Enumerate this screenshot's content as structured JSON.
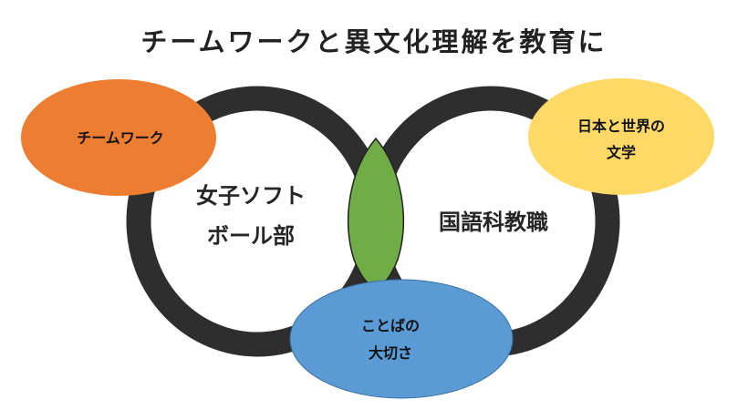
{
  "title": "チームワークと異文化理解を教育に",
  "left_ring": {
    "lines": [
      "女子ソフト",
      "ボール部"
    ]
  },
  "right_ring": {
    "lines": [
      "国語科教職"
    ]
  },
  "bubbles": {
    "teamwork": {
      "label": "チームワーク",
      "color": "#ed7d31"
    },
    "literature": {
      "lines": [
        "日本と世界の",
        "文学"
      ],
      "color": "#ffd966"
    },
    "words": {
      "lines": [
        "ことばの",
        "大切さ"
      ],
      "color": "#5b9bd5"
    },
    "overlap": {
      "color": "#70ad47"
    }
  },
  "ring_color": "#2e2e2e"
}
